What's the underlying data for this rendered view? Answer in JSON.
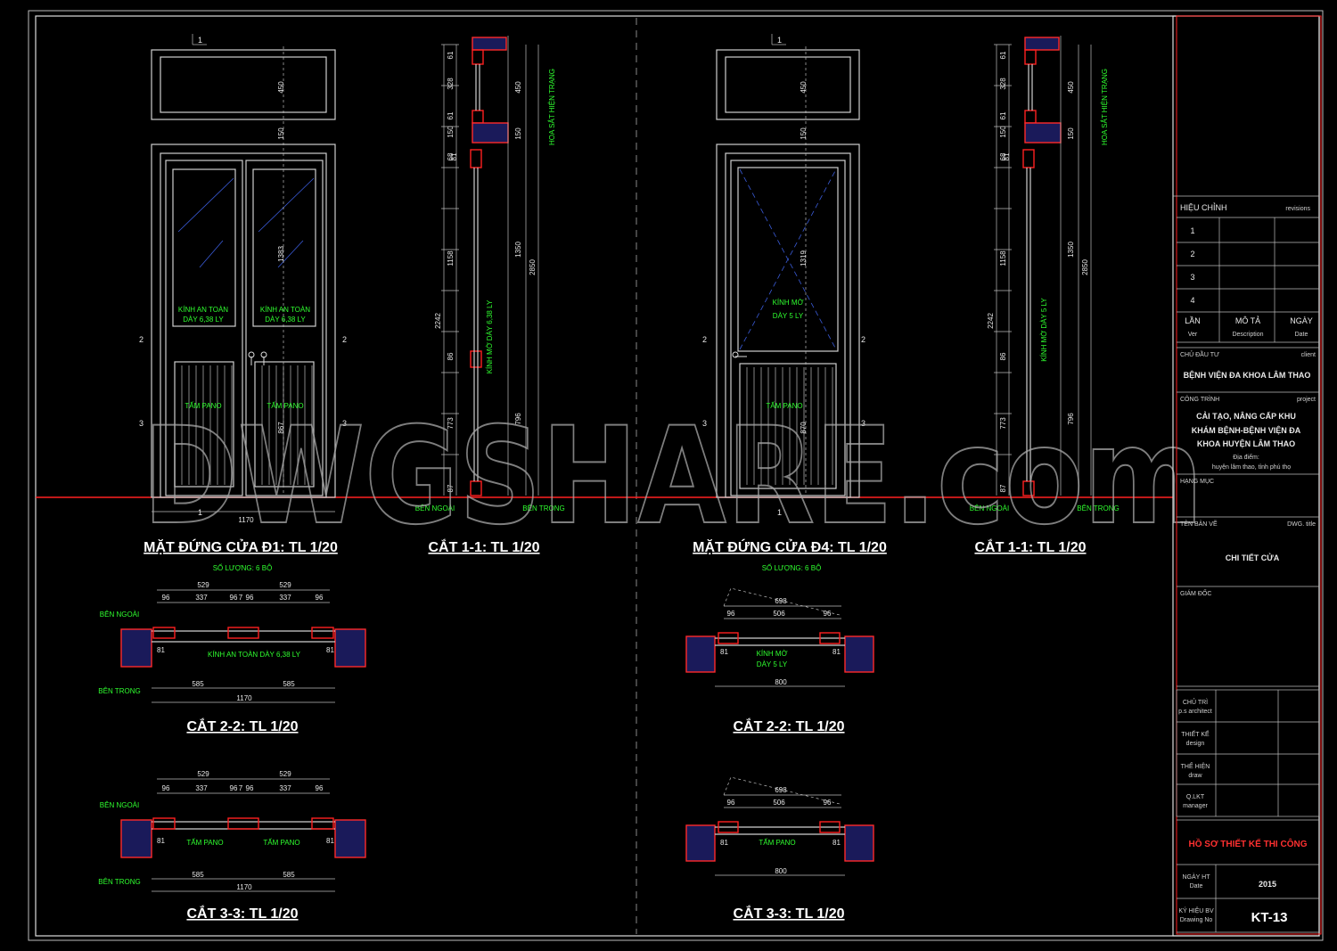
{
  "drawings": {
    "d1": {
      "elevation_title": "MẶT ĐỨNG CỬA Đ1: TL 1/20",
      "quantity": "SỐ LƯỢNG: 6 BỘ",
      "glass_label": [
        "KÍNH AN TOÀN",
        "DÀY 6,38 LY"
      ],
      "panel_label": "TẤM PANO",
      "width": "1170",
      "heights": [
        "450",
        "150",
        "1383",
        "867"
      ],
      "section_title": "CẮT 1-1: TL 1/20",
      "section_dims": [
        "61",
        "328",
        "61",
        "150",
        "68",
        "81",
        "1158",
        "86",
        "773",
        "87",
        "450",
        "150",
        "1350",
        "796",
        "2850",
        "2242"
      ],
      "section_labels": [
        "HOA SẮT HIỆN TRẠNG",
        "KÍNH MỜ DÀY 6,38 LY"
      ],
      "side_out": "BÊN NGOÀI",
      "side_in": "BÊN TRONG",
      "sec22_title": "CẮT 2-2: TL 1/20",
      "sec22_label": "KÍNH AN TOÀN DÀY 6,38 LY",
      "sec33_title": "CẮT 3-3: TL 1/20",
      "sec33_label": "TẤM PANO",
      "plan_dims_top": [
        "529",
        "529"
      ],
      "plan_dims_mid": [
        "96",
        "337",
        "96",
        "7",
        "96",
        "337",
        "96"
      ],
      "plan_dims_bot": [
        "585",
        "585"
      ],
      "plan_total": "1170",
      "plan_side": "81"
    },
    "d4": {
      "elevation_title": "MẶT ĐỨNG CỬA Đ4: TL 1/20",
      "quantity": "SỐ LƯỢNG: 6 BỘ",
      "glass_label": [
        "KÍNH MỜ",
        "DÀY 5 LY"
      ],
      "panel_label": "TẤM PANO",
      "heights": [
        "450",
        "150",
        "1319",
        "870"
      ],
      "section_title": "CẮT 1-1: TL 1/20",
      "section_labels": [
        "HOA SẮT HIỆN TRẠNG",
        "KÍNH MỜ DÀY 5 LY"
      ],
      "sec22_title": "CẮT 2-2: TL 1/20",
      "sec22_label": [
        "KÍNH MỜ",
        "DÀY 5 LY"
      ],
      "sec33_title": "CẮT 3-3: TL 1/20",
      "sec33_label": "TẤM PANO",
      "plan_dims_top": [
        "698"
      ],
      "plan_dims_mid": [
        "96",
        "506",
        "96"
      ],
      "plan_total": "800",
      "plan_side": "81"
    }
  },
  "markers": {
    "one": "1",
    "two": "2",
    "three": "3"
  },
  "watermark": "DWGSHARE.com",
  "title_block": {
    "revisions_label": "HIỆU CHỈNH",
    "revisions_en": "revisions",
    "revision_rows": [
      "1",
      "2",
      "3",
      "4"
    ],
    "col_ver": "LẦN",
    "col_ver_en": "Ver",
    "col_desc": "MÔ TẢ",
    "col_desc_en": "Description",
    "col_date": "NGÀY",
    "col_date_en": "Date",
    "client_label": "CHỦ ĐẦU TƯ",
    "client_en": "client",
    "client": "BỆNH VIỆN ĐA KHOA LÂM THAO",
    "project_label": "CÔNG TRÌNH",
    "project_en": "project",
    "project_lines": [
      "CẢI TẠO, NÂNG CẤP KHU",
      "KHÁM BỆNH-BỆNH VIỆN ĐA",
      "KHOA HUYỆN LÂM THAO"
    ],
    "location_label": "Địa điểm:",
    "location": "huyện lâm thao, tỉnh phú thọ",
    "category_label": "HẠNG MỤC",
    "drawing_title_label": "TÊN BẢN VẼ",
    "drawing_title_en": "DWG. title",
    "drawing_title": "CHI TIẾT CỬA",
    "director_label": "GIÁM ĐỐC",
    "roles": [
      {
        "vi": "CHỦ TRÌ",
        "en": "p.s architect"
      },
      {
        "vi": "THIẾT KẾ",
        "en": "design"
      },
      {
        "vi": "THỂ HIỆN",
        "en": "draw"
      },
      {
        "vi": "Q.LKT",
        "en": "manager"
      }
    ],
    "stage": "HỒ SƠ THIẾT KẾ THI CÔNG",
    "date_label": "NGÀY HT",
    "date_en": "Date",
    "date": "2015",
    "drawing_no_label": "KÝ HIỆU BV",
    "drawing_no_en": "Drawing No",
    "drawing_no": "KT-13"
  }
}
